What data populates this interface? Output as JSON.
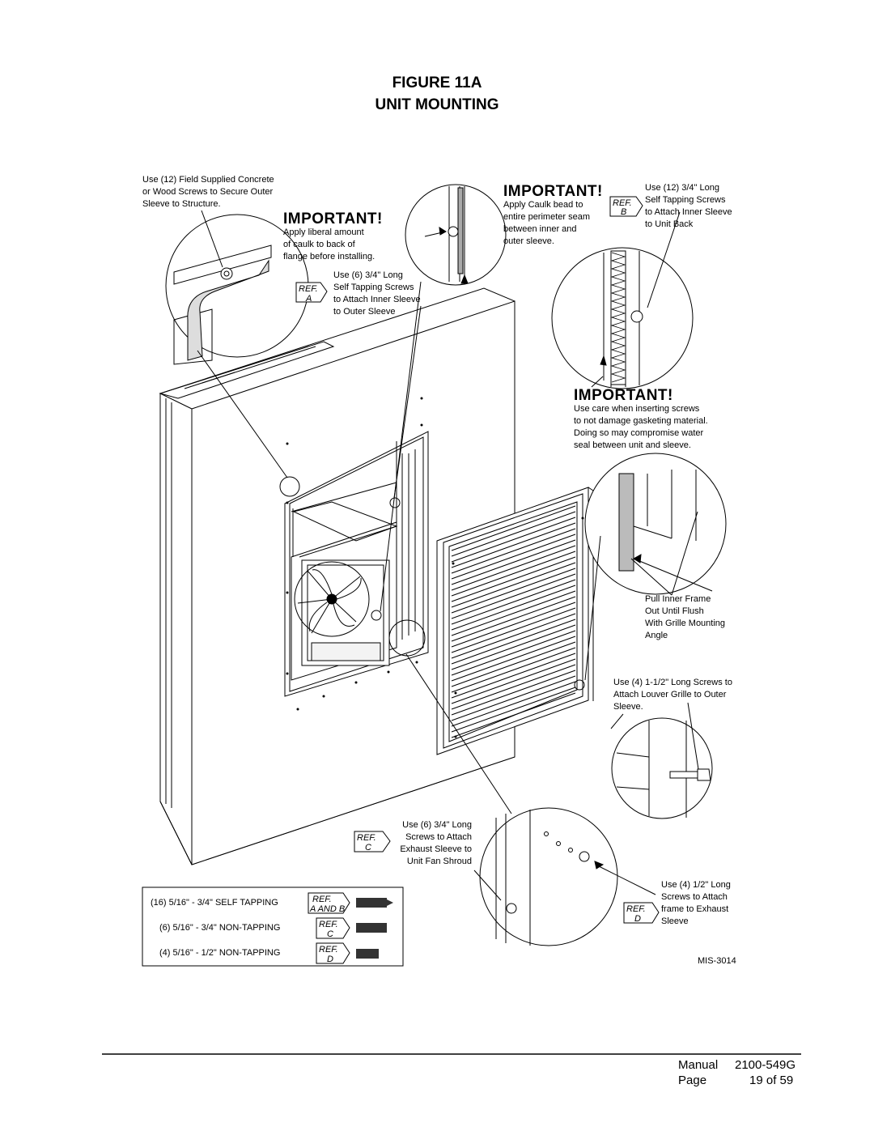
{
  "header": {
    "figure": "FIGURE 11A",
    "title": "UNIT MOUNTING"
  },
  "notes": {
    "concrete_screws": "Use (12) Field Supplied Concrete\nor Wood Screws to Secure Outer\nSleeve to Structure.",
    "important_1_heading": "IMPORTANT!",
    "important_1_text": "Apply liberal amount\nof caulk to back of\nflange before installing.",
    "ref_a_text": "Use (6) 3/4\" Long\nSelf Tapping Screws\nto Attach Inner Sleeve\nto Outer Sleeve",
    "important_2_heading": "IMPORTANT!",
    "important_2_text": "Apply Caulk bead to\nentire perimeter seam\nbetween inner and\nouter sleeve.",
    "ref_b_text": "Use (12) 3/4\" Long\nSelf Tapping Screws\nto Attach Inner Sleeve\nto Unit Back",
    "important_3_heading": "IMPORTANT!",
    "important_3_text": "Use care when inserting screws\nto not damage gasketing material.\nDoing so may compromise water\nseal between unit and sleeve.",
    "pull_frame": "Pull Inner Frame\nOut Until Flush\nWith Grille Mounting\nAngle",
    "louver_screws": "Use (4) 1-1/2\" Long Screws to\nAttach Louver Grille to Outer\nSleeve.",
    "ref_c_text": "Use (6) 3/4\" Long\nScrews to Attach\nExhaust Sleeve to\nUnit Fan Shroud",
    "ref_d_text": "Use (4) 1/2\" Long\nScrews to Attach\nframe to Exhaust\nSleeve",
    "drawing_id": "MIS-3014"
  },
  "ref_tags": {
    "ref": "REF.",
    "a": "A",
    "b": "B",
    "c": "C",
    "d": "D",
    "a_and_b": "A AND B"
  },
  "legend": {
    "rows": [
      {
        "label": "(16) 5/16\" - 3/4\" SELF TAPPING",
        "ref": "A AND B"
      },
      {
        "label": "(6) 5/16\" - 3/4\" NON-TAPPING",
        "ref": "C"
      },
      {
        "label": "(4) 5/16\" - 1/2\" NON-TAPPING",
        "ref": "D"
      }
    ]
  },
  "footer": {
    "manual_label": "Manual",
    "manual_value": "2100-549G",
    "page_label": "Page",
    "page_value": "19 of 59"
  }
}
